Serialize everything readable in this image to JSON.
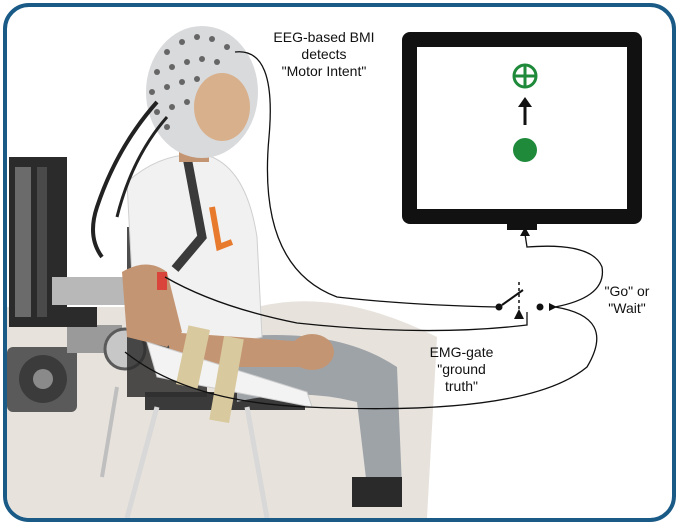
{
  "labels": {
    "eeg": [
      "EEG-based BMI",
      "detects",
      "\"Motor Intent\""
    ],
    "emg": [
      "EMG-gate",
      "\"ground",
      "truth\""
    ],
    "decision": [
      "\"Go\" or",
      "\"Wait\""
    ]
  },
  "colors": {
    "frame": "#1a5a86",
    "target_green": "#1e8a3a",
    "monitor": "#111111",
    "wires": "#111111"
  },
  "icons": {
    "target": "crosshair-circle-icon",
    "cursor": "filled-circle-icon",
    "arrow": "arrow-up-icon",
    "switch": "switch-icon"
  }
}
